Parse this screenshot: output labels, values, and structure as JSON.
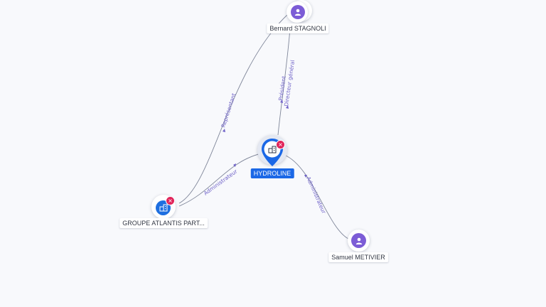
{
  "nodes": {
    "bernard": {
      "name": "Bernard STAGNOLI",
      "type": "person",
      "icon": "person-icon"
    },
    "hydroline": {
      "name": "HYDROLINE",
      "type": "company",
      "icon": "building-icon",
      "badge": "×"
    },
    "groupe": {
      "name": "GROUPE ATLANTIS PART...",
      "type": "company",
      "icon": "building-icon",
      "badge": "×"
    },
    "samuel": {
      "name": "Samuel METIVIER",
      "type": "person",
      "icon": "person-icon"
    }
  },
  "edges": [
    {
      "from": "groupe",
      "to": "bernard",
      "label": "Représentant"
    },
    {
      "from": "hydroline",
      "to": "bernard",
      "label": "Président"
    },
    {
      "from": "hydroline",
      "to": "bernard",
      "label": "Directeur général"
    },
    {
      "from": "groupe",
      "to": "hydroline",
      "label": "Administrateur"
    },
    {
      "from": "hydroline",
      "to": "samuel",
      "label": "Administrateur"
    }
  ],
  "colors": {
    "person": "#7c5cd6",
    "company": "#1e6fe0",
    "edge_label": "#6f62c8",
    "badge": "#e1245a"
  }
}
